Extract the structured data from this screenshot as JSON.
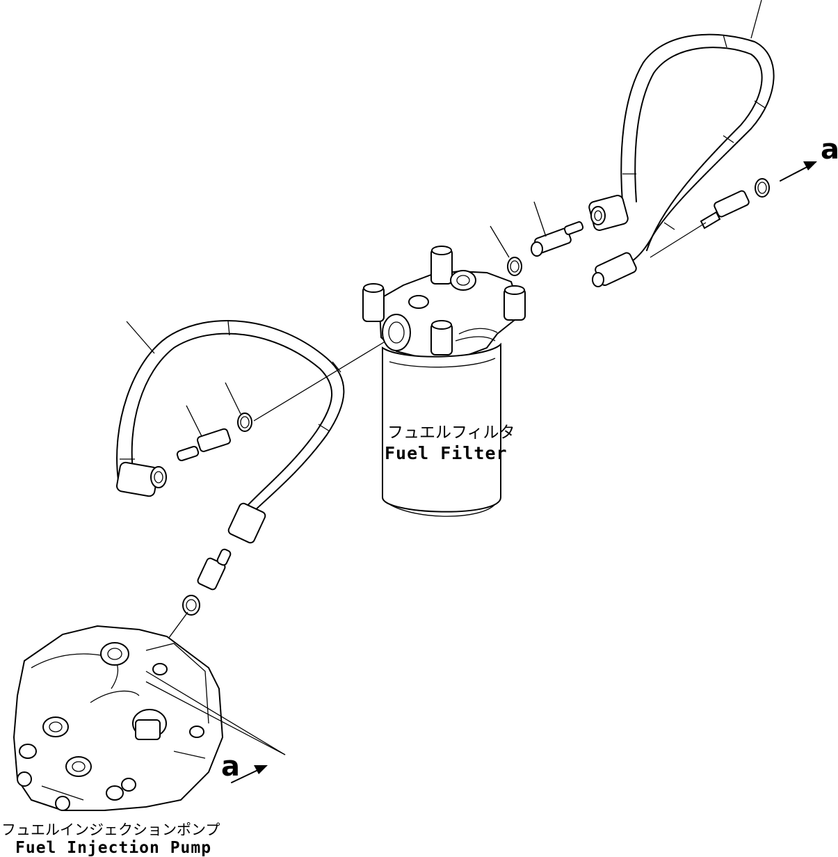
{
  "labels": {
    "filter_jp": "フュエルフィルタ",
    "filter_en": "Fuel Filter",
    "pump_jp": "フュエルインジェクションポンプ",
    "pump_en": "Fuel Injection Pump",
    "mark_top": "a",
    "mark_bottom": "a"
  }
}
